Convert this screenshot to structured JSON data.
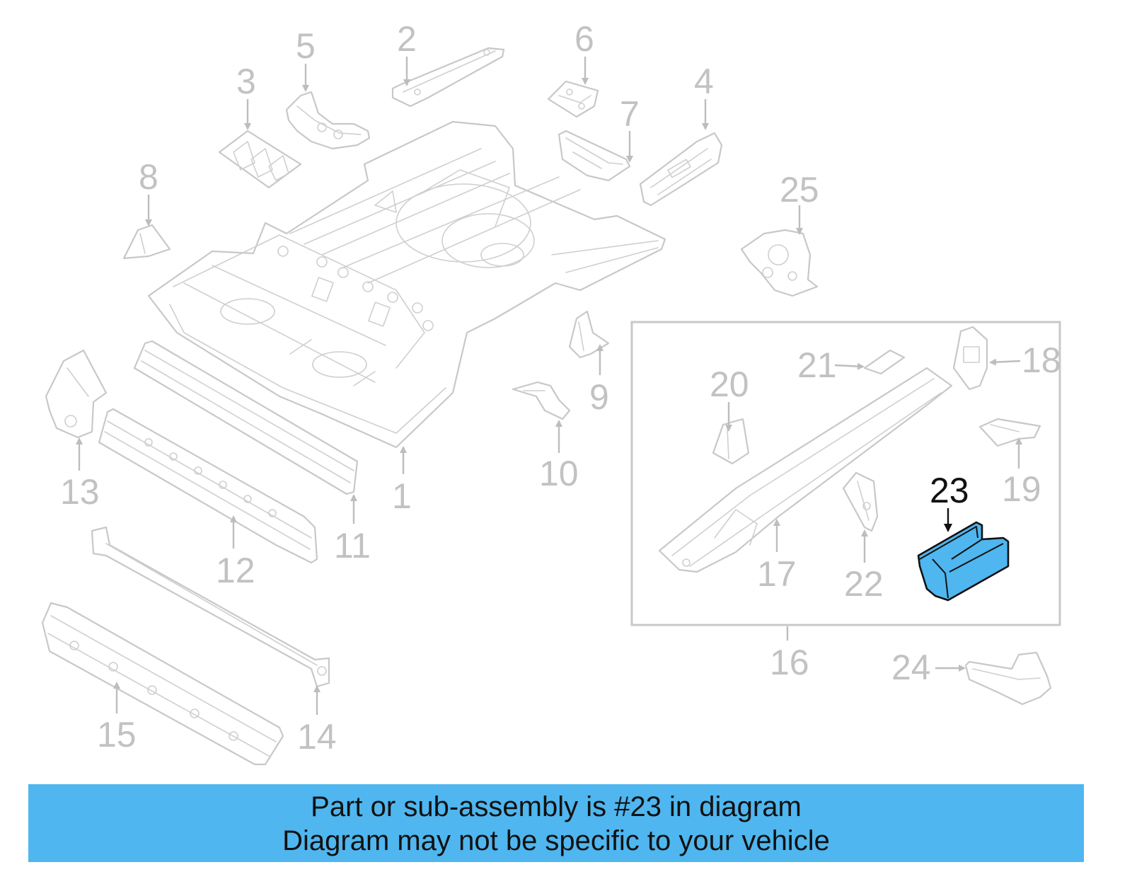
{
  "diagram": {
    "highlighted_part": "23",
    "highlight_color": "#4fb6ef",
    "part_color": "#c8c8c8",
    "callouts": [
      "1",
      "2",
      "3",
      "4",
      "5",
      "6",
      "7",
      "8",
      "9",
      "10",
      "11",
      "12",
      "13",
      "14",
      "15",
      "16",
      "17",
      "18",
      "19",
      "20",
      "21",
      "22",
      "23",
      "24",
      "25"
    ]
  },
  "banner": {
    "line1": "Part or sub-assembly is #23 in diagram",
    "line2": "Diagram may not be specific to your vehicle"
  }
}
